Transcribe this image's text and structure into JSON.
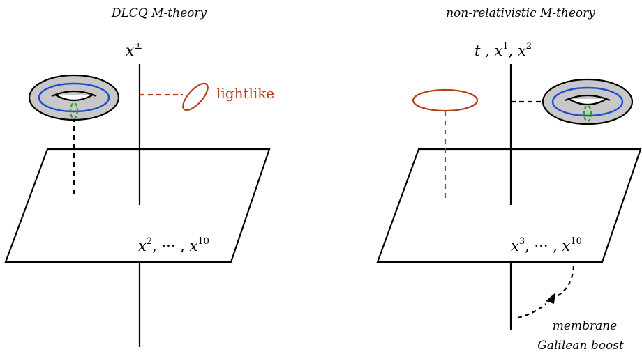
{
  "left_panel": {
    "title": "DLCQ M-theory",
    "axis_label_var": "x",
    "axis_label_sup": "±",
    "plane_label_var1": "x",
    "plane_label_sup1": "2",
    "plane_label_sep": ", ··· , ",
    "plane_label_var2": "x",
    "plane_label_sup2": "10",
    "circle_label": "lightlike"
  },
  "right_panel": {
    "title": "non-relativistic M-theory",
    "axis_label_t": "t , ",
    "axis_label_var1": "x",
    "axis_label_sup1": "1",
    "axis_label_comma": ", ",
    "axis_label_var2": "x",
    "axis_label_sup2": "2",
    "plane_label_var1": "x",
    "plane_label_sup1": "3",
    "plane_label_sep": ", ··· , ",
    "plane_label_var2": "x",
    "plane_label_sup2": "10",
    "boost_line1": "membrane",
    "boost_line2": "Galilean boost"
  },
  "colors": {
    "line": "#000000",
    "torus_fill": "#c8c8c8",
    "torus_cycle": "#1f4fd0",
    "torus_small_cycle": "#2a9d2a",
    "lightlike": "#b5401a"
  }
}
